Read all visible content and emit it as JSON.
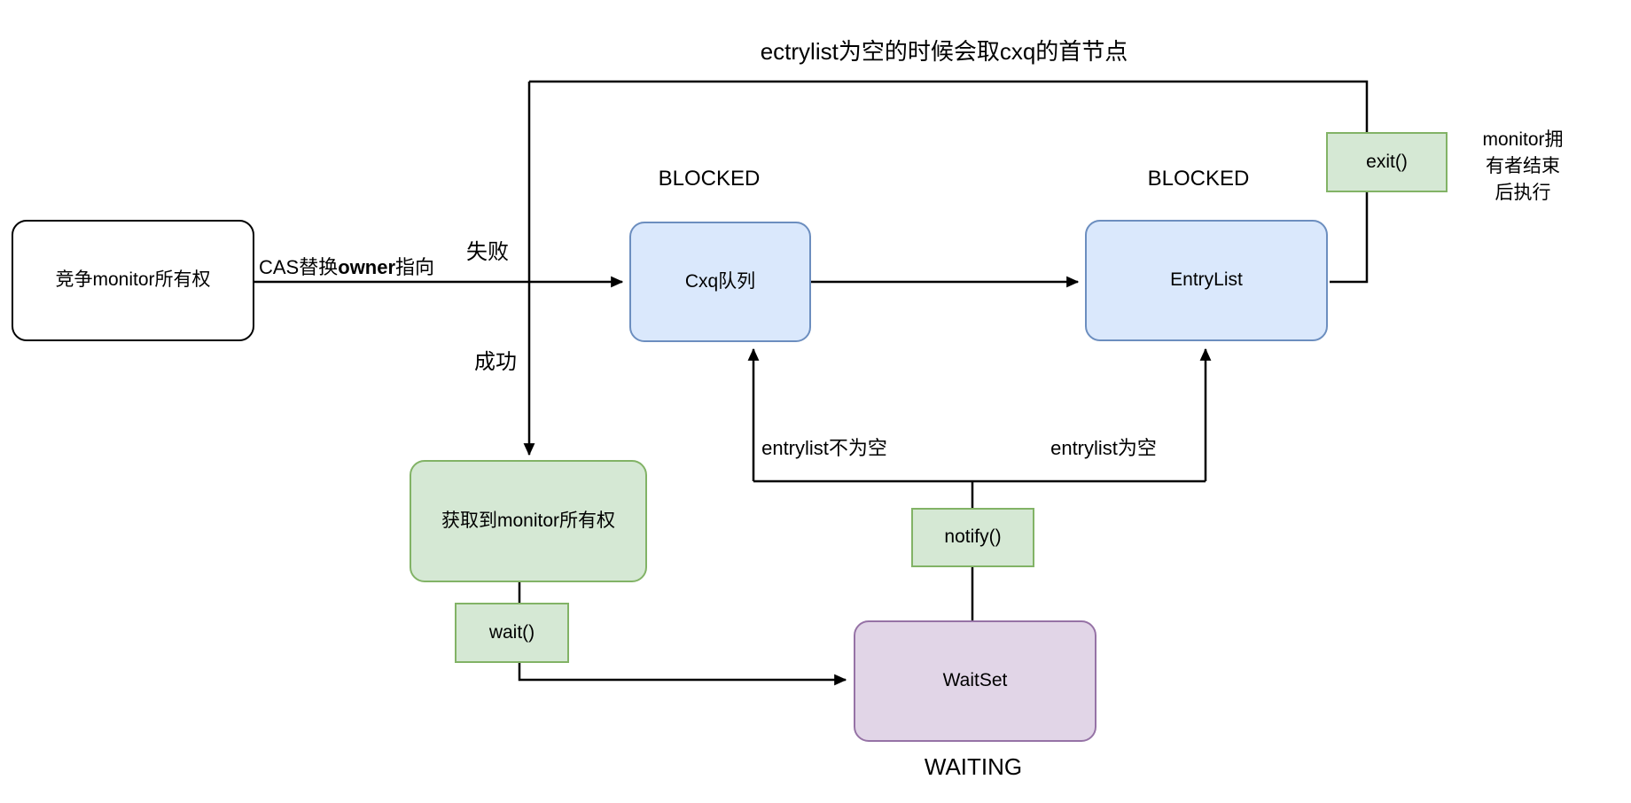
{
  "diagram": {
    "top_note": "ectrylist为空的时候会取cxq的首节点",
    "nodes": {
      "compete": "竞争monitor所有权",
      "cxq": "Cxq队列",
      "entrylist": "EntryList",
      "acquired": "获取到monitor所有权",
      "wait": "wait()",
      "notify": "notify()",
      "exit": "exit()",
      "waitset": "WaitSet"
    },
    "states": {
      "blocked_cxq": "BLOCKED",
      "blocked_entrylist": "BLOCKED",
      "waiting": "WAITING"
    },
    "edges": {
      "cas_prefix": "CAS替换",
      "cas_owner": "owner",
      "cas_suffix": "指向",
      "fail": "失败",
      "success": "成功",
      "entrylist_not_empty": "entrylist不为空",
      "entrylist_empty": "entrylist为空",
      "exit_note": [
        "monitor拥",
        "有者结束",
        "后执行"
      ]
    },
    "colors": {
      "blue_fill": "#dae8fc",
      "blue_border": "#6c8ebf",
      "green_fill": "#d5e8d4",
      "green_border": "#82b366",
      "purple_fill": "#e1d5e7",
      "purple_border": "#9673a6",
      "line": "#000000"
    }
  }
}
